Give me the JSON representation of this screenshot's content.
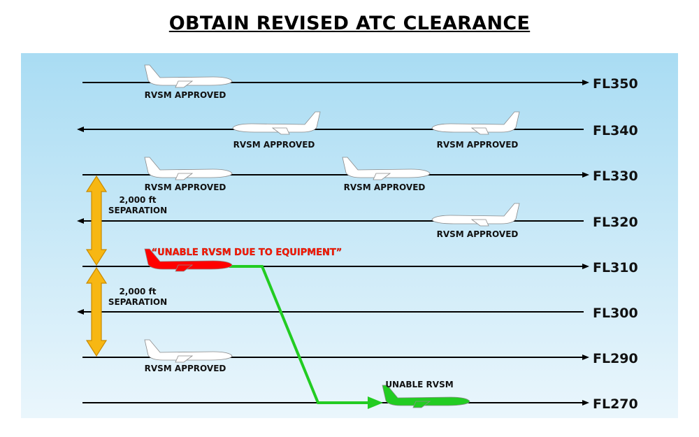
{
  "title": "OBTAIN REVISED ATC CLEARANCE",
  "colors": {
    "bg_top": "#a9dcf3",
    "bg_bottom": "#eaf6fc",
    "line": "#000000",
    "arrow_fill": "#f7b713",
    "arrow_stroke": "#c98a00",
    "problem_plane": "#ff0000",
    "problem_text": "#ff1a00",
    "clearance_path": "#22cc22",
    "unable_plane": "#22cc22"
  },
  "flight_levels": [
    {
      "label": "FL350",
      "direction": "east"
    },
    {
      "label": "FL340",
      "direction": "west"
    },
    {
      "label": "FL330",
      "direction": "east"
    },
    {
      "label": "FL320",
      "direction": "west"
    },
    {
      "label": "FL310",
      "direction": "east"
    },
    {
      "label": "FL300",
      "direction": "west"
    },
    {
      "label": "FL290",
      "direction": "east"
    },
    {
      "label": "FL270",
      "direction": "east"
    }
  ],
  "aircraft": [
    {
      "level": 0,
      "facing": "east",
      "status": "approved",
      "label": "RVSM APPROVED"
    },
    {
      "level": 1,
      "facing": "west",
      "status": "approved",
      "label": "RVSM APPROVED"
    },
    {
      "level": 1,
      "facing": "west",
      "status": "approved",
      "label": "RVSM APPROVED"
    },
    {
      "level": 2,
      "facing": "east",
      "status": "approved",
      "label": "RVSM APPROVED"
    },
    {
      "level": 2,
      "facing": "east",
      "status": "approved",
      "label": "RVSM APPROVED"
    },
    {
      "level": 3,
      "facing": "west",
      "status": "approved",
      "label": "RVSM APPROVED"
    },
    {
      "level": 4,
      "facing": "east",
      "status": "problem",
      "label": "“UNABLE RVSM DUE TO EQUIPMENT”"
    },
    {
      "level": 6,
      "facing": "east",
      "status": "approved",
      "label": "RVSM APPROVED"
    },
    {
      "level": 7,
      "facing": "east",
      "status": "unable",
      "label": "UNABLE RVSM"
    }
  ],
  "separations": [
    {
      "from_level": 2,
      "to_level": 4,
      "line1": "2,000 ft",
      "line2": "SEPARATION"
    },
    {
      "from_level": 4,
      "to_level": 6,
      "line1": "2,000 ft",
      "line2": "SEPARATION"
    }
  ]
}
